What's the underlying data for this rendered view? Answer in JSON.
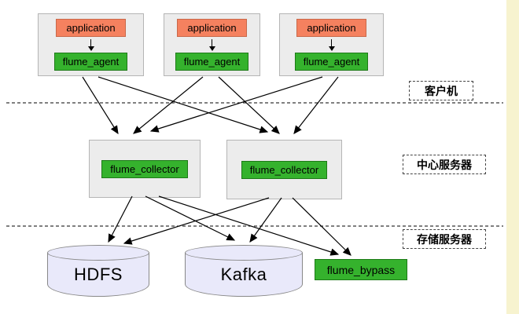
{
  "tiers": {
    "client": "客户机",
    "central": "中心服务器",
    "storage": "存储服务器"
  },
  "clients": [
    {
      "app": "application",
      "agent": "flume_agent"
    },
    {
      "app": "application",
      "agent": "flume_agent"
    },
    {
      "app": "application",
      "agent": "flume_agent"
    }
  ],
  "collectors": [
    {
      "label": "flume_collector"
    },
    {
      "label": "flume_collector"
    }
  ],
  "storage": {
    "hdfs": "HDFS",
    "kafka": "Kafka",
    "bypass": "flume_bypass"
  },
  "colors": {
    "application_fill": "#f5815f",
    "agent_fill": "#35b22d",
    "bypass_fill": "#35b22d",
    "client_box_fill": "#ececec",
    "cylinder_fill": "#e9e9fa",
    "side_stripe": "#f7f3cf"
  }
}
